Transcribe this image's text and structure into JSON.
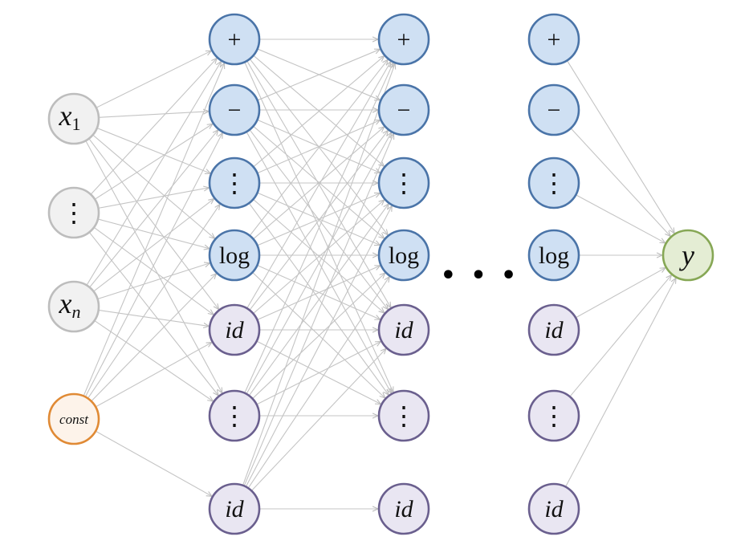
{
  "diagram": {
    "title": "",
    "ellipsis_between_layers": "• • •",
    "colors": {
      "edge": "#c4c4c4",
      "input_fill": "#f1f1f1",
      "input_stroke": "#bdbdbd",
      "const_fill": "#fdf3ea",
      "const_stroke": "#e08a35",
      "op_fill": "#cfe0f3",
      "op_stroke": "#4a74a8",
      "id_fill": "#e9e6f2",
      "id_stroke": "#6a5f8e",
      "output_fill": "#e4edd4",
      "output_stroke": "#86a755"
    },
    "input_layer": [
      {
        "id": "x1",
        "label": "x",
        "sub": "1",
        "kind": "input"
      },
      {
        "id": "in-dots",
        "label": "⋮",
        "kind": "input"
      },
      {
        "id": "xn",
        "label": "x",
        "sub": "n",
        "kind": "input"
      },
      {
        "id": "const",
        "label": "const",
        "kind": "const"
      }
    ],
    "hidden_layers": [
      {
        "name": "layer-1",
        "nodes": [
          {
            "label": "+",
            "kind": "op"
          },
          {
            "label": "−",
            "kind": "op"
          },
          {
            "label": "⋮",
            "kind": "op"
          },
          {
            "label": "log",
            "kind": "op"
          },
          {
            "label": "id",
            "kind": "id"
          },
          {
            "label": "⋮",
            "kind": "id"
          },
          {
            "label": "id",
            "kind": "id"
          }
        ]
      },
      {
        "name": "layer-2",
        "nodes": [
          {
            "label": "+",
            "kind": "op"
          },
          {
            "label": "−",
            "kind": "op"
          },
          {
            "label": "⋮",
            "kind": "op"
          },
          {
            "label": "log",
            "kind": "op"
          },
          {
            "label": "id",
            "kind": "id"
          },
          {
            "label": "⋮",
            "kind": "id"
          },
          {
            "label": "id",
            "kind": "id"
          }
        ]
      },
      {
        "name": "layer-last",
        "nodes": [
          {
            "label": "+",
            "kind": "op"
          },
          {
            "label": "−",
            "kind": "op"
          },
          {
            "label": "⋮",
            "kind": "op"
          },
          {
            "label": "log",
            "kind": "op"
          },
          {
            "label": "id",
            "kind": "id"
          },
          {
            "label": "⋮",
            "kind": "id"
          },
          {
            "label": "id",
            "kind": "id"
          }
        ]
      }
    ],
    "output_node": {
      "label": "y",
      "kind": "output"
    },
    "edges": {
      "input_to_layer1": [
        [
          0,
          0
        ],
        [
          0,
          1
        ],
        [
          0,
          2
        ],
        [
          0,
          3
        ],
        [
          0,
          4
        ],
        [
          0,
          5
        ],
        [
          1,
          0
        ],
        [
          1,
          1
        ],
        [
          1,
          2
        ],
        [
          1,
          3
        ],
        [
          1,
          4
        ],
        [
          1,
          5
        ],
        [
          2,
          0
        ],
        [
          2,
          1
        ],
        [
          2,
          2
        ],
        [
          2,
          3
        ],
        [
          2,
          4
        ],
        [
          2,
          5
        ],
        [
          3,
          0
        ],
        [
          3,
          1
        ],
        [
          3,
          2
        ],
        [
          3,
          3
        ],
        [
          3,
          4
        ],
        [
          3,
          6
        ]
      ],
      "layer1_to_layer2": "fully-connected-except-last-id",
      "layer1_last_to_layer2": [
        [
          6,
          0
        ],
        [
          6,
          1
        ],
        [
          6,
          2
        ],
        [
          6,
          3
        ],
        [
          6,
          4
        ],
        [
          6,
          6
        ]
      ],
      "last_to_output": "all"
    }
  }
}
